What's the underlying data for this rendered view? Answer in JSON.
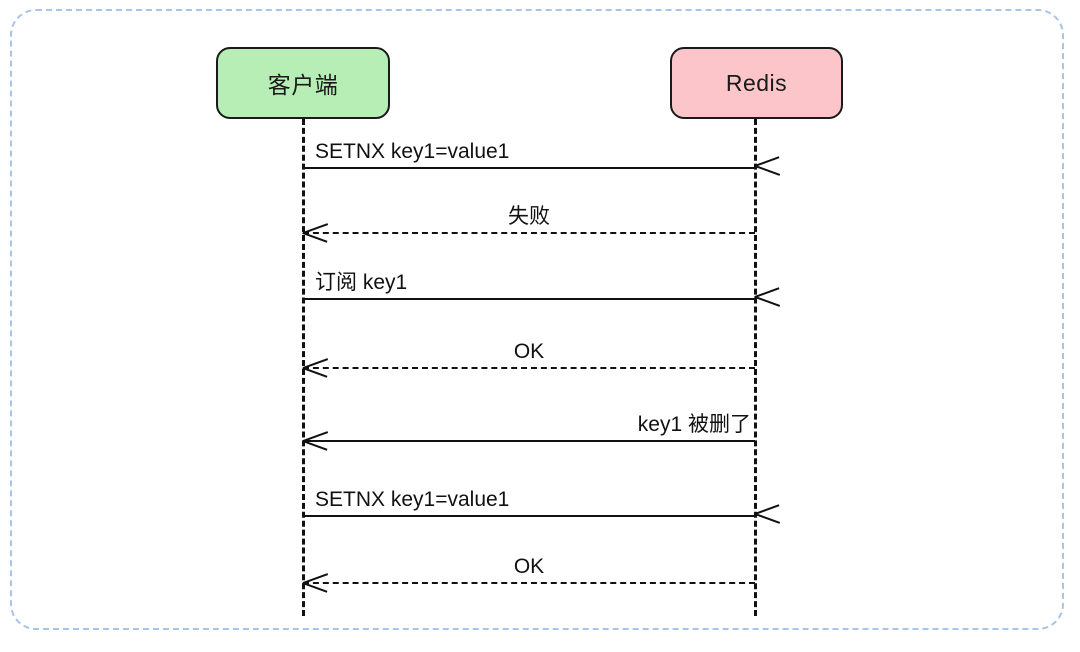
{
  "diagram": {
    "type": "sequence-diagram",
    "frame": {
      "style": "dashed",
      "color": "#a8c4e8"
    },
    "participants": [
      {
        "id": "client",
        "label": "客户端",
        "color": "#b6eeb6",
        "border": "#1a1a1a"
      },
      {
        "id": "redis",
        "label": "Redis",
        "color": "#fbc5ca",
        "border": "#1a1a1a"
      }
    ],
    "messages": [
      {
        "index": 1,
        "label": "SETNX key1=value1",
        "direction": "right",
        "line": "solid",
        "align": "left"
      },
      {
        "index": 2,
        "label": "失败",
        "direction": "left",
        "line": "dashed",
        "align": "center"
      },
      {
        "index": 3,
        "label": "订阅 key1",
        "direction": "right",
        "line": "solid",
        "align": "left"
      },
      {
        "index": 4,
        "label": "OK",
        "direction": "left",
        "line": "dashed",
        "align": "center"
      },
      {
        "index": 5,
        "label": "key1 被删了",
        "direction": "left",
        "line": "solid",
        "align": "right"
      },
      {
        "index": 6,
        "label": "SETNX key1=value1",
        "direction": "right",
        "line": "solid",
        "align": "left"
      },
      {
        "index": 7,
        "label": "OK",
        "direction": "left",
        "line": "dashed",
        "align": "center"
      }
    ]
  }
}
